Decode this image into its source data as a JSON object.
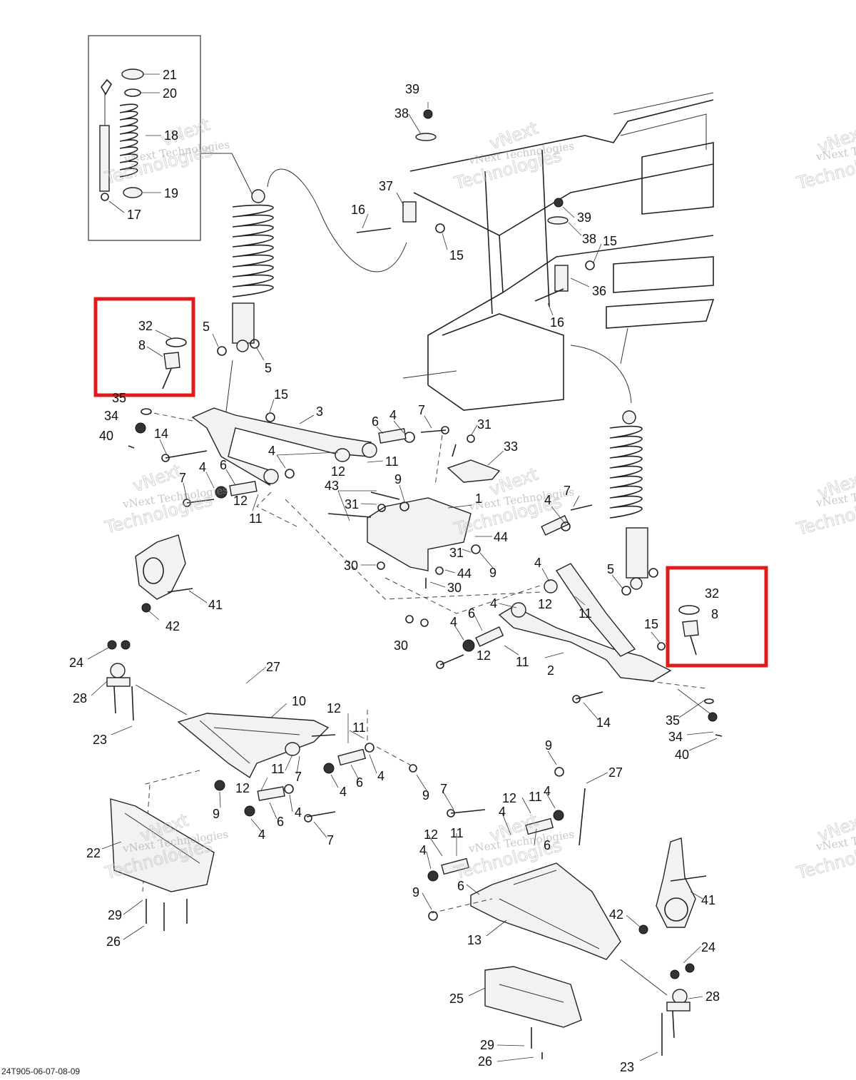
{
  "diagram_code": "24T905-06-07-08-09",
  "watermark": {
    "line1": "vNext",
    "line2": "Technologies",
    "small": "vNext Technologies"
  },
  "callouts": [
    "21",
    "20",
    "18",
    "19",
    "17",
    "39",
    "38",
    "37",
    "16",
    "15",
    "39",
    "38",
    "15",
    "36",
    "16",
    "32",
    "8",
    "5",
    "5",
    "35",
    "34",
    "40",
    "15",
    "3",
    "6",
    "4",
    "7",
    "31",
    "33",
    "14",
    "4",
    "12",
    "11",
    "7",
    "4",
    "6",
    "12",
    "11",
    "43",
    "31",
    "9",
    "1",
    "4",
    "7",
    "30",
    "31",
    "44",
    "9",
    "44",
    "30",
    "5",
    "4",
    "12",
    "11",
    "41",
    "42",
    "6",
    "4",
    "12",
    "11",
    "4",
    "15",
    "2",
    "30",
    "32",
    "8",
    "14",
    "35",
    "34",
    "40",
    "24",
    "27",
    "28",
    "10",
    "12",
    "11",
    "23",
    "7",
    "4",
    "6",
    "4",
    "9",
    "12",
    "11",
    "9",
    "6",
    "4",
    "22",
    "4",
    "7",
    "9",
    "7",
    "27",
    "12",
    "11",
    "4",
    "4",
    "12",
    "11",
    "6",
    "29",
    "26",
    "4",
    "6",
    "9",
    "13",
    "42",
    "41",
    "24",
    "28",
    "25",
    "29",
    "26",
    "23"
  ],
  "highlights": {
    "color": "#e01b1b",
    "boxes": [
      "callout-32-8-left",
      "callout-32-8-right"
    ]
  }
}
